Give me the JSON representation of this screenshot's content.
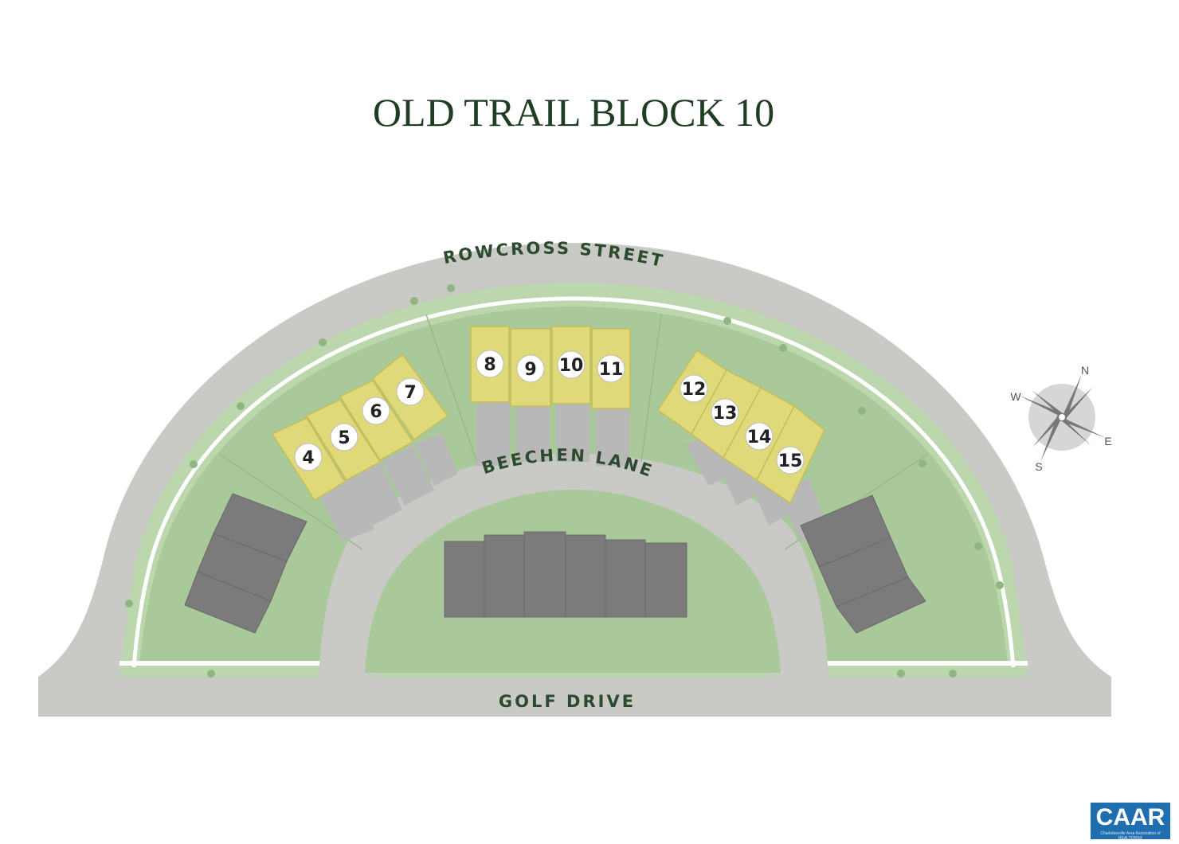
{
  "title": "OLD TRAIL BLOCK 10",
  "streets": {
    "rowcross": "ROWCROSS STREET",
    "beechen": "BEECHEN LANE",
    "golf": "GOLF DRIVE"
  },
  "lots": {
    "lot4": "4",
    "lot5": "5",
    "lot6": "6",
    "lot7": "7",
    "lot8": "8",
    "lot9": "9",
    "lot10": "10",
    "lot11": "11",
    "lot12": "12",
    "lot13": "13",
    "lot14": "14",
    "lot15": "15"
  },
  "compass": {
    "n": "N",
    "e": "E",
    "s": "S",
    "w": "W"
  },
  "badge": {
    "label": "CAAR",
    "sub": "Charlottesville Area Association of REALTORS®"
  },
  "colors": {
    "road": "#c9c9c6",
    "lawn": "#a9c99a",
    "lawn_light": "#bcd6ae",
    "lot_yellow": "#dfd97a",
    "building_gray": "#7b7b7b",
    "driveway": "#b8b8b8",
    "title_green": "#1f3d23",
    "badge_blue": "#1f6fb0"
  }
}
